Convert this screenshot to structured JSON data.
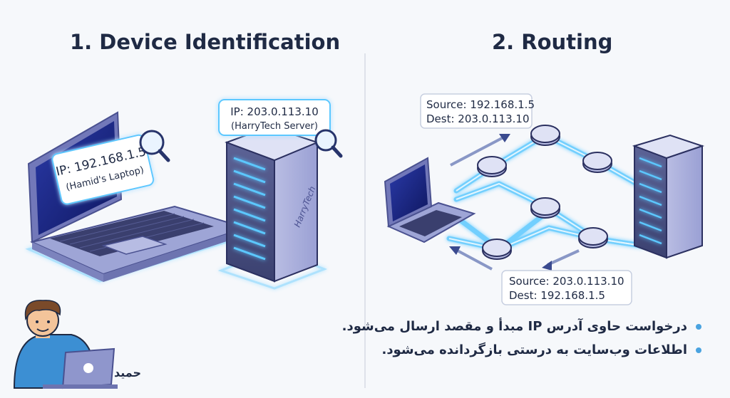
{
  "titles": {
    "left": "1. Device Identification",
    "right": "2. Routing"
  },
  "laptop_tag": {
    "ip": "IP: 192.168.1.5",
    "name": "(Hamid's Laptop)"
  },
  "server_tag": {
    "ip": "IP: 203.0.113.10",
    "name": "(HarryTech Server)"
  },
  "server_brand": "HarryTech",
  "packet_request": {
    "source": "Source: 192.168.1.5",
    "dest": "Dest: 203.0.113.10"
  },
  "packet_response": {
    "source": "Source: 203.0.113.10",
    "dest": "Dest: 192.168.1.5"
  },
  "bullets": [
    "درخواست حاوی آدرس IP مبدأ و مقصد ارسال می‌شود.",
    "اطلاعات وب‌سایت به درستی بازگردانده می‌شود."
  ],
  "person_label": "حمید",
  "colors": {
    "title": "#1f2a44",
    "glow": "#5bc8ff",
    "device": "#7a82c9",
    "bullet_dot": "#4aa3e0"
  }
}
